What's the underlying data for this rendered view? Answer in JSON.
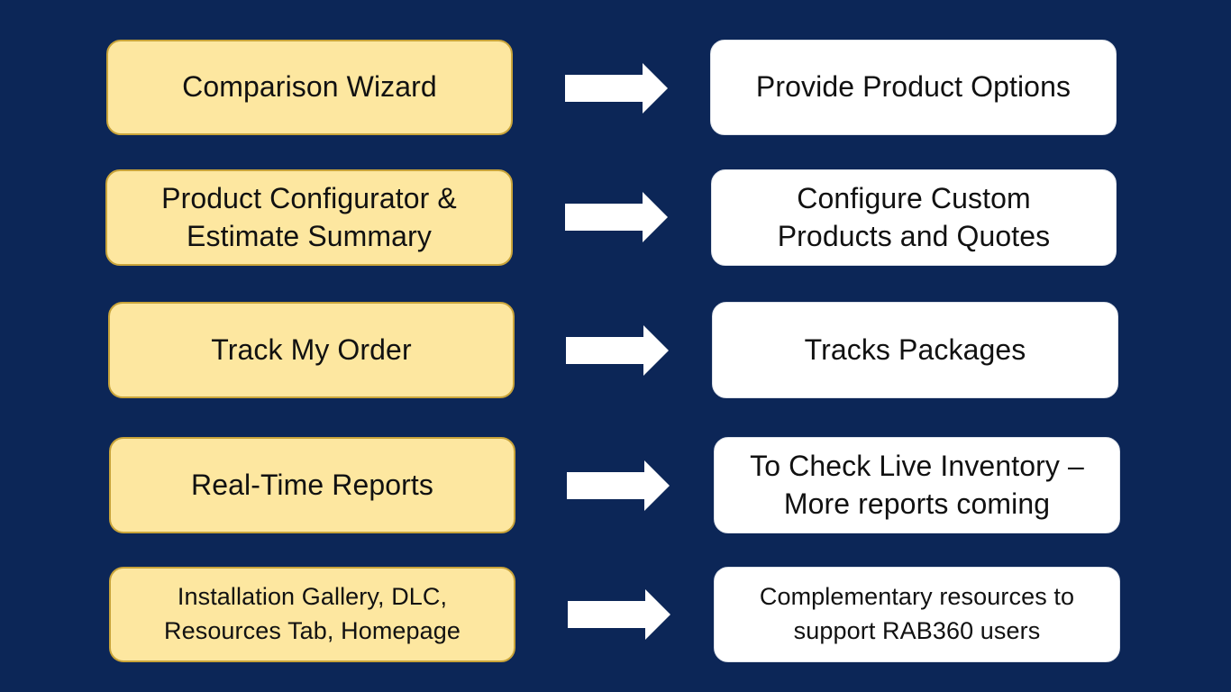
{
  "colors": {
    "background": "#0c2657",
    "feature_box_fill": "#fde7a0",
    "feature_box_border": "#c9a43a",
    "description_box_fill": "#ffffff",
    "arrow": "#ffffff",
    "text": "#111111"
  },
  "rows": [
    {
      "feature": "Comparison Wizard",
      "arrow_icon": "right-arrow-icon",
      "description": "Provide Product Options"
    },
    {
      "feature": "Product Configurator &\nEstimate Summary",
      "arrow_icon": "right-arrow-icon",
      "description": "Configure Custom\nProducts and Quotes"
    },
    {
      "feature": "Track My Order",
      "arrow_icon": "right-arrow-icon",
      "description": "Tracks Packages"
    },
    {
      "feature": "Real-Time Reports",
      "arrow_icon": "right-arrow-icon",
      "description": "To Check Live Inventory –\nMore reports coming"
    },
    {
      "feature": "Installation Gallery, DLC,\nResources Tab, Homepage",
      "arrow_icon": "right-arrow-icon",
      "description": "Complementary resources to\nsupport RAB360 users"
    }
  ]
}
